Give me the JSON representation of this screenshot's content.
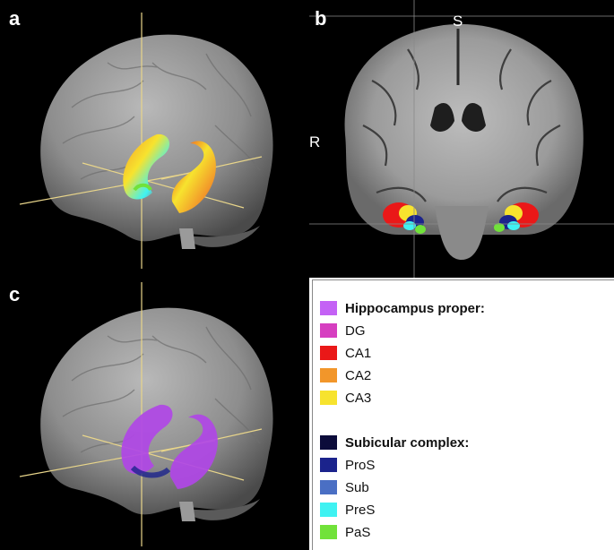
{
  "panels": {
    "a": {
      "letter": "a"
    },
    "b": {
      "letter": "b",
      "orientation_top": "S",
      "orientation_left": "R"
    },
    "c": {
      "letter": "c"
    }
  },
  "legend": {
    "groups": [
      {
        "title": "Hippocampus proper:",
        "title_color": "#c462f5",
        "items": [
          {
            "label": "DG",
            "color": "#d63fc0"
          },
          {
            "label": "CA1",
            "color": "#ea1818"
          },
          {
            "label": "CA2",
            "color": "#f2962a"
          },
          {
            "label": "CA3",
            "color": "#f7e32e"
          }
        ]
      },
      {
        "title": "Subicular complex:",
        "title_color": "#0c0c3a",
        "items": [
          {
            "label": "ProS",
            "color": "#1b238c"
          },
          {
            "label": "Sub",
            "color": "#4a6fc4"
          },
          {
            "label": "PreS",
            "color": "#3ff2f2"
          },
          {
            "label": "PaS",
            "color": "#71e23a"
          }
        ]
      }
    ]
  }
}
